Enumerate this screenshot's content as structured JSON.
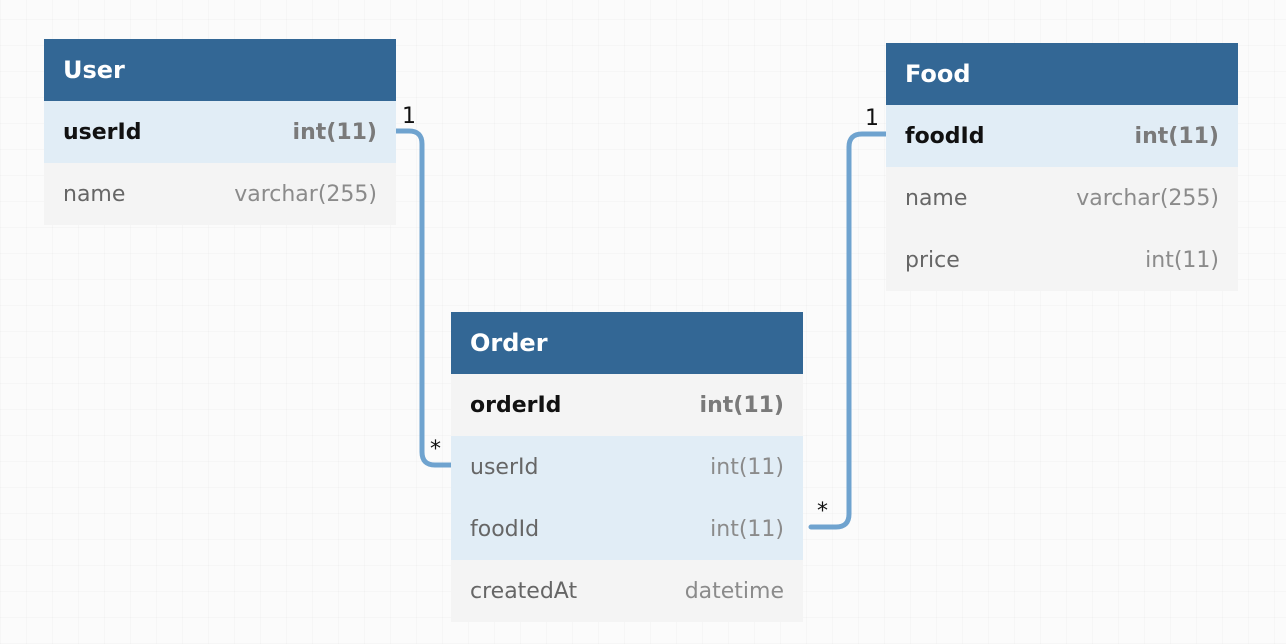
{
  "tables": [
    {
      "title": "User",
      "fields": [
        {
          "name": "userId",
          "type": "int(11)"
        },
        {
          "name": "name",
          "type": "varchar(255)"
        }
      ]
    },
    {
      "title": "Food",
      "fields": [
        {
          "name": "foodId",
          "type": "int(11)"
        },
        {
          "name": "name",
          "type": "varchar(255)"
        },
        {
          "name": "price",
          "type": "int(11)"
        }
      ]
    },
    {
      "title": "Order",
      "fields": [
        {
          "name": "orderId",
          "type": "int(11)"
        },
        {
          "name": "userId",
          "type": "int(11)"
        },
        {
          "name": "foodId",
          "type": "int(11)"
        },
        {
          "name": "createdAt",
          "type": "datetime"
        }
      ]
    }
  ],
  "relations": [
    {
      "from_label": "1",
      "to_label": "*"
    },
    {
      "from_label": "1",
      "to_label": "*"
    }
  ],
  "colors": {
    "header": "#336795",
    "highlight_row": "#e1edf6",
    "connector": "#6fa3cf"
  }
}
